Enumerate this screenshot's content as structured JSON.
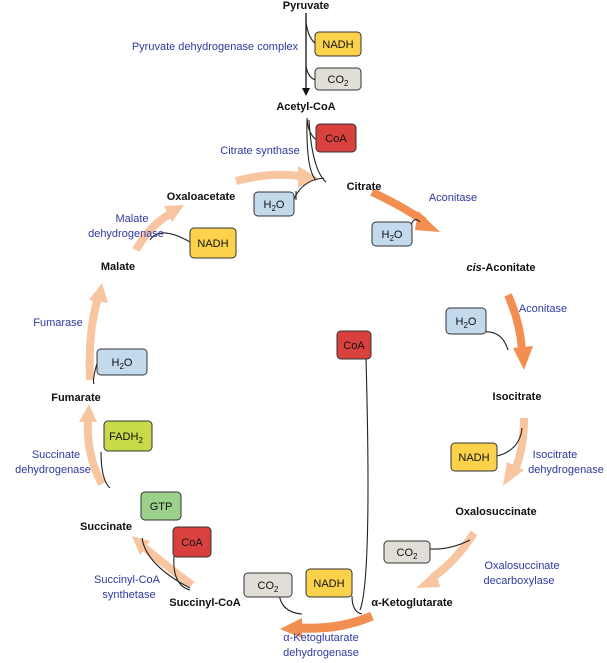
{
  "colors": {
    "arrow_light": "#f7c6a1",
    "arrow_dark": "#f28e4f",
    "nadh": "#fcd24c",
    "co2": "#e0ded6",
    "coa": "#d9413e",
    "h2o": "#c3d9ec",
    "fadh2": "#c8d94a",
    "gtp": "#9bd18a",
    "enzyme_text": "#2e3a9e"
  },
  "metabolites": {
    "pyruvate": "Pyruvate",
    "acetyl_coa": "Acetyl-CoA",
    "citrate": "Citrate",
    "cis_prefix": "cis",
    "cis_rest": "-Aconitate",
    "isocitrate": "Isocitrate",
    "oxalosuccinate": "Oxalosuccinate",
    "alpha_ketoglutarate": "α-Ketoglutarate",
    "succinyl_coa": "Succinyl-CoA",
    "succinate": "Succinate",
    "fumarate": "Fumarate",
    "malate": "Malate",
    "oxaloacetate": "Oxaloacetate"
  },
  "enzymes": {
    "pdh": "Pyruvate dehydrogenase complex",
    "citrate_synthase": "Citrate synthase",
    "aconitase_1": "Aconitase",
    "aconitase_2": "Aconitase",
    "idh_1": "Isocitrate",
    "idh_2": "dehydrogenase",
    "osd_1": "Oxalosuccinate",
    "osd_2": "decarboxylase",
    "akgdh_1": "α-Ketoglutarate",
    "akgdh_2": "dehydrogenase",
    "scs_1": "Succinyl-CoA",
    "scs_2": "synthetase",
    "sdh_1": "Succinate",
    "sdh_2": "dehydrogenase",
    "fumarase": "Fumarase",
    "mdh_1": "Malate",
    "mdh_2": "dehydrogenase"
  },
  "cofactors": {
    "nadh": "NADH",
    "co2_base": "CO",
    "co2_sub": "2",
    "coa": "CoA",
    "h2o_h": "H",
    "h2o_sub": "2",
    "h2o_o": "O",
    "fadh2_base": "FADH",
    "fadh2_sub": "2",
    "gtp": "GTP"
  }
}
